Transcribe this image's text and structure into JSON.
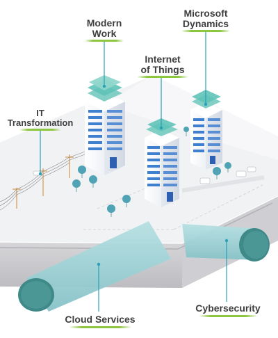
{
  "labels": {
    "modern_work": {
      "line1": "Modern",
      "line2": "Work"
    },
    "microsoft_dynamics": {
      "line1": "Microsoft",
      "line2": "Dynamics"
    },
    "internet_of_things": {
      "line1": "Internet",
      "line2": "of Things"
    },
    "it_transformation": {
      "line1": "IT",
      "line2": "Transformation"
    },
    "cloud_services": {
      "line1": "Cloud Services"
    },
    "cybersecurity": {
      "line1": "Cybersecurity"
    }
  },
  "colors": {
    "label_text": "#3e3e40",
    "swoosh": "#8dc63f",
    "building_blue": "#3f7fd0",
    "layer_teal": "#5fc3b8",
    "pipe_teal": "#9fd2d6",
    "pipe_dark": "#4b8f8f",
    "ground": "#f1f2f4",
    "ground_side": "#c9c9cc"
  }
}
